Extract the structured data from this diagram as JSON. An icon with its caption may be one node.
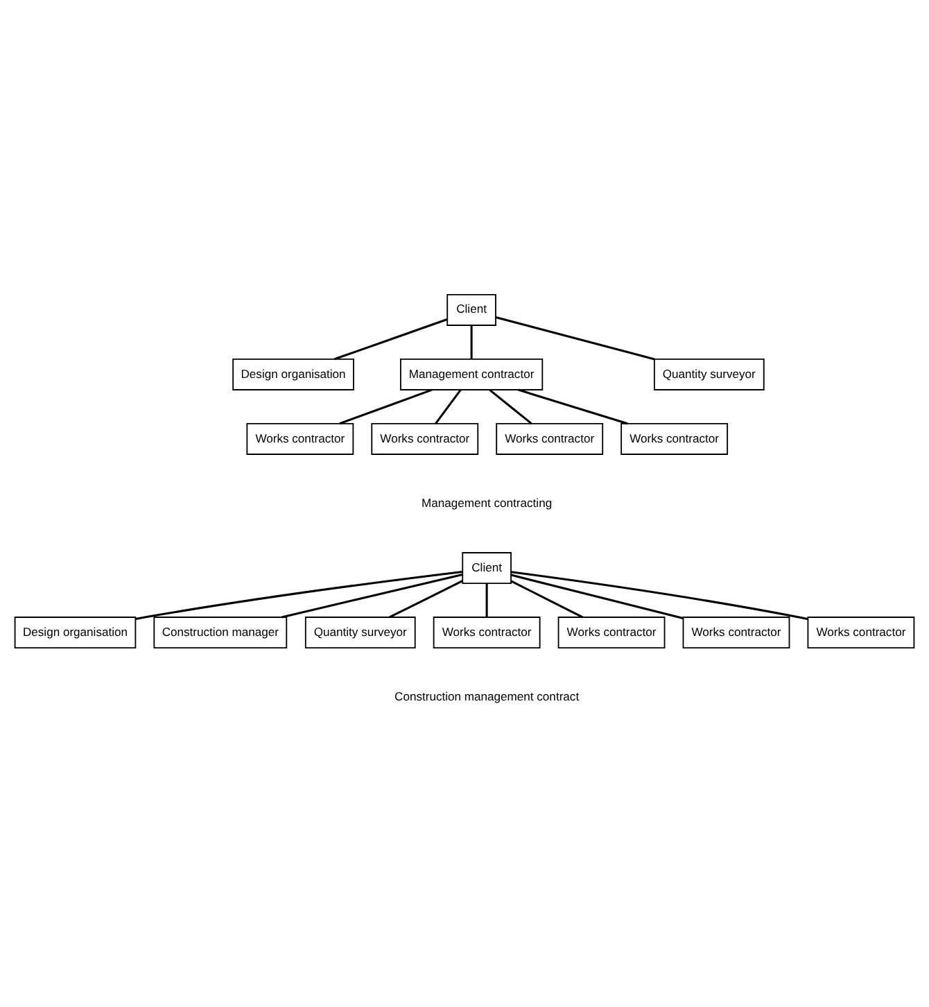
{
  "diagram": {
    "nodes": [
      {
        "text": [
          "Client"
        ]
      },
      {
        "text": [
          "Design organisation"
        ]
      },
      {
        "text": [
          "Management contractor"
        ]
      },
      {
        "text": [
          "Quantity surveyor"
        ]
      },
      {
        "text": [
          "Works contractor"
        ]
      },
      {
        "text": [
          "Works contractor"
        ]
      },
      {
        "text": [
          "Works contractor"
        ]
      },
      {
        "text": [
          "Works contractor"
        ]
      },
      {
        "text": [
          "Client"
        ]
      },
      {
        "text": [
          "Design organisation"
        ]
      },
      {
        "text": [
          "Construction manager"
        ]
      },
      {
        "text": [
          "Quantity surveyor"
        ]
      },
      {
        "text": [
          "Works contractor"
        ]
      },
      {
        "text": [
          "Works contractor"
        ]
      },
      {
        "text": [
          "Works contractor"
        ]
      },
      {
        "text": [
          "Works contractor"
        ]
      }
    ],
    "edges": [
      {
        "from": 0,
        "to": 1,
        "arrow": "none"
      },
      {
        "from": 0,
        "to": 2,
        "arrow": "none"
      },
      {
        "from": 0,
        "to": 3,
        "arrow": "none"
      },
      {
        "from": 2,
        "to": 4,
        "arrow": "none"
      },
      {
        "from": 2,
        "to": 5,
        "arrow": "none"
      },
      {
        "from": 2,
        "to": 6,
        "arrow": "none"
      },
      {
        "from": 2,
        "to": 7,
        "arrow": "none"
      },
      {
        "from": 8,
        "to": 9,
        "arrow": "none"
      },
      {
        "from": 8,
        "to": 10,
        "arrow": "none"
      },
      {
        "from": 8,
        "to": 11,
        "arrow": "none"
      },
      {
        "from": 8,
        "to": 12,
        "arrow": "none"
      },
      {
        "from": 8,
        "to": 13,
        "arrow": "none"
      },
      {
        "from": 8,
        "to": 14,
        "arrow": "none"
      },
      {
        "from": 8,
        "to": 15,
        "arrow": "none"
      }
    ],
    "labels": [
      "Management contracting",
      "Construction management contract"
    ]
  }
}
